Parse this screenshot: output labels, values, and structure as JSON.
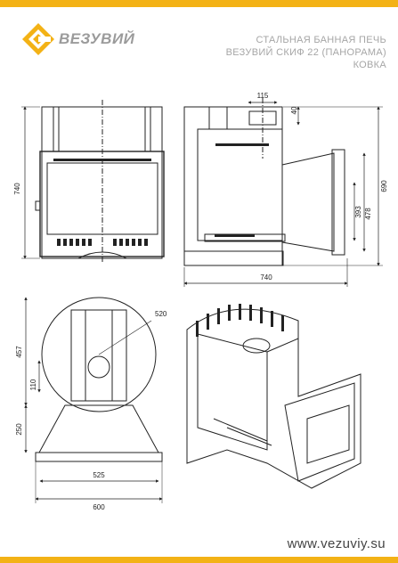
{
  "brand": {
    "name": "ВЕЗУВИЙ"
  },
  "title": {
    "line1": "СТАЛЬНАЯ БАННАЯ ПЕЧЬ",
    "line2": "ВЕЗУВИЙ СКИФ 22 (ПАНОРАМА)",
    "line3": "КОВКА"
  },
  "dimensions": {
    "front_height": "740",
    "side_width": "740",
    "side_height_total": "690",
    "side_height_mid": "478",
    "side_height_inner": "393",
    "chimney_offset": "115",
    "chimney_height": "40",
    "top_radius": "520",
    "top_depth": "457",
    "top_front_depth": "250",
    "top_flue": "110",
    "top_inner_width": "525",
    "top_width": "600"
  },
  "footer": {
    "url": "www.vezuviy.su"
  },
  "colors": {
    "accent": "#f3b216",
    "line": "#222222",
    "muted": "#a6a6a6"
  }
}
